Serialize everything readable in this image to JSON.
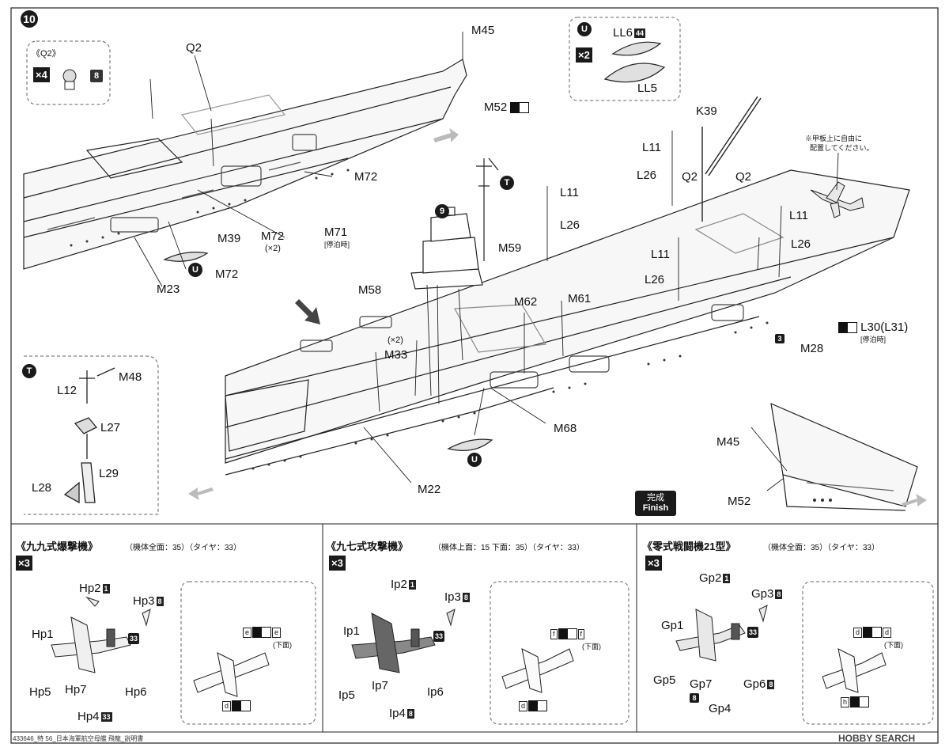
{
  "step": {
    "number": "10"
  },
  "upper_labels": {
    "q2_left": "Q2",
    "m45_top": "M45",
    "m52_top": "M52",
    "m72_a": "M72",
    "m71": "M71",
    "m71_note": "[停泊時]",
    "m39": "M39",
    "m72_b": "M72",
    "m72_b_mult": "(×2)",
    "m72_c": "M72",
    "m23": "M23",
    "k39": "K39",
    "l11_a": "L11",
    "l26_a": "L26",
    "q2_mid": "Q2",
    "q2_right": "Q2",
    "l11_b": "L11",
    "l26_b": "L26",
    "l11_c": "L11",
    "l26_c": "L26",
    "l11_d": "L11",
    "l26_d": "L26",
    "l30": "L30(L31)",
    "l30_note": "[停泊時]",
    "m28": "M28",
    "m28_ref": "3",
    "m59": "M59",
    "m58": "M58",
    "m62": "M62",
    "m61": "M61",
    "m33_mult": "(×2)",
    "m33": "M33",
    "m68": "M68",
    "m22": "M22",
    "m45_bottom": "M45",
    "m52_bottom": "M52",
    "deck_note_1": "※甲板上に自由に",
    "deck_note_2": "配置してください。",
    "sub9": "9",
    "t_marker": "T"
  },
  "q2_box": {
    "title": "《Q2》",
    "mult": "×4",
    "ref": "8"
  },
  "u_box": {
    "u": "U",
    "mult": "×2",
    "ll6": "LL6",
    "ll6_ref": "44",
    "ll5": "LL5"
  },
  "u_marker": "U",
  "t_box": {
    "marker": "T",
    "l12": "L12",
    "m48": "M48",
    "l27": "L27",
    "l28": "L28",
    "l29": "L29"
  },
  "finish": {
    "jp": "完成",
    "en": "Finish"
  },
  "panels": [
    {
      "title": "《九九式爆撃機》",
      "paint": "（機体全面：35）（タイヤ：33）",
      "mult": "×3",
      "parts": {
        "p1": "Hp1",
        "p2": "Hp2",
        "p2_ref": "1",
        "p3": "Hp3",
        "p3_ref": "8",
        "p4": "Hp4",
        "p4_ref": "33",
        "p5": "Hp5",
        "p6": "Hp6",
        "p7": "Hp7",
        "body_ref": "33"
      },
      "decal": {
        "top": "e",
        "top2": "e",
        "under": "(下面)",
        "bottom": "d"
      }
    },
    {
      "title": "《九七式攻撃機》",
      "paint": "（機体上面：15 下面：35）（タイヤ：33）",
      "mult": "×3",
      "parts": {
        "p1": "Ip1",
        "p2": "Ip2",
        "p2_ref": "1",
        "p3": "Ip3",
        "p3_ref": "8",
        "p4": "Ip4",
        "p4_ref": "8",
        "p5": "Ip5",
        "p6": "Ip6",
        "p7": "Ip7",
        "body_ref": "33"
      },
      "decal": {
        "top": "f",
        "top2": "f",
        "under": "(下面)",
        "bottom": "d"
      }
    },
    {
      "title": "《零式戦闘機21型》",
      "paint": "（機体全面：35）（タイヤ：33）",
      "mult": "×3",
      "parts": {
        "p1": "Gp1",
        "p2": "Gp2",
        "p2_ref": "1",
        "p3": "Gp3",
        "p3_ref": "8",
        "p4": "Gp4",
        "p5": "Gp5",
        "p6": "Gp6",
        "p6_ref": "8",
        "p7": "Gp7",
        "p7_ref": "8",
        "body_ref": "33"
      },
      "decal": {
        "top": "d",
        "top2": "d",
        "under": "(下面)",
        "bottom": "h"
      }
    }
  ],
  "footer": {
    "left": "433646_特 56_日本海軍航空母艦 飛龍_説明書",
    "right": "HOBBY SEARCH"
  }
}
